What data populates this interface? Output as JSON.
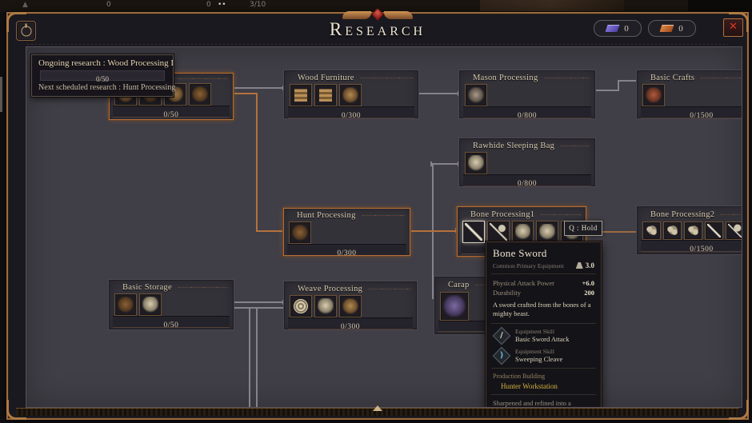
{
  "colors": {
    "accent_orange": "#b5713c",
    "panel_bg": "#403e46",
    "highlight_yellow": "#d4b33e",
    "close_red": "#cf3a2c",
    "cream_text": "#d6cbb0"
  },
  "top_hud": {
    "values": [
      "0",
      "0",
      "3/10"
    ]
  },
  "header": {
    "title": "Research",
    "counters": [
      {
        "icon": "purple-book-icon",
        "value": "0"
      },
      {
        "icon": "orange-book-icon",
        "value": "0"
      }
    ],
    "close_label": "✕"
  },
  "ongoing_panel": {
    "title": "Ongoing research : Wood Processing I",
    "progress": "0/50",
    "next": "Next scheduled research : Hunt Processing"
  },
  "hold_badge": "Q : Hold",
  "nodes": [
    {
      "title": "",
      "progress": "0/50",
      "icons": [
        "wood-item",
        "wood-item",
        "wood-item",
        "wood-item"
      ]
    },
    {
      "title": "Wood Furniture",
      "progress": "0/300",
      "icons": [
        "furniture-item",
        "furniture-item",
        "furniture-item"
      ]
    },
    {
      "title": "Mason Processing",
      "progress": "0/800",
      "icons": [
        "mason-workstation-item"
      ]
    },
    {
      "title": "Basic Crafts",
      "progress": "0/1500",
      "icons": [
        "craft-item"
      ]
    },
    {
      "title": "Rawhide Sleeping Bag",
      "progress": "0/800",
      "icons": [
        "sleeping-bag-item"
      ]
    },
    {
      "title": "Hunt Processing",
      "progress": "0/300",
      "icons": [
        "hunter-workstation-item"
      ]
    },
    {
      "title": "Bone Processing1",
      "progress": "",
      "icons": [
        "bone-sword-item",
        "bone-pickaxe-item",
        "bone-skull-item",
        "bone-trophy-item",
        "bone-helmet-item"
      ]
    },
    {
      "title": "Bone Processing2",
      "progress": "0/1500",
      "icons": [
        "bone-fragment-item",
        "bone-fragment-item",
        "bone-fragment-item",
        "bone-sword-item",
        "bone-pickaxe-item"
      ]
    },
    {
      "title": "Basic Storage",
      "progress": "0/50",
      "icons": [
        "storage-box-item",
        "sack-item"
      ]
    },
    {
      "title": "Weave Processing",
      "progress": "0/300",
      "icons": [
        "yarn-coil-item",
        "cloth-item",
        "cloth-armor-item"
      ]
    },
    {
      "title": "Carap",
      "progress": "",
      "icons": [
        "carapace-item"
      ]
    }
  ],
  "tooltip": {
    "name": "Bone Sword",
    "rarity": "Common Primary Equipment",
    "weight": "3.0",
    "stats": [
      {
        "label": "Physical Attack Power",
        "value": "+6.0"
      },
      {
        "label": "Durability",
        "value": "200"
      }
    ],
    "description": "A sword crafted from the bones of a mighty beast.",
    "skills": [
      {
        "type": "Equipment Skill",
        "name": "Basic Sword Attack"
      },
      {
        "type": "Equipment Skill",
        "name": "Sweeping Cleave"
      }
    ],
    "production_label": "Production Building",
    "production_value": "Hunter Workstation",
    "flavor": "Sharpened and refined into a formidable weapon."
  }
}
